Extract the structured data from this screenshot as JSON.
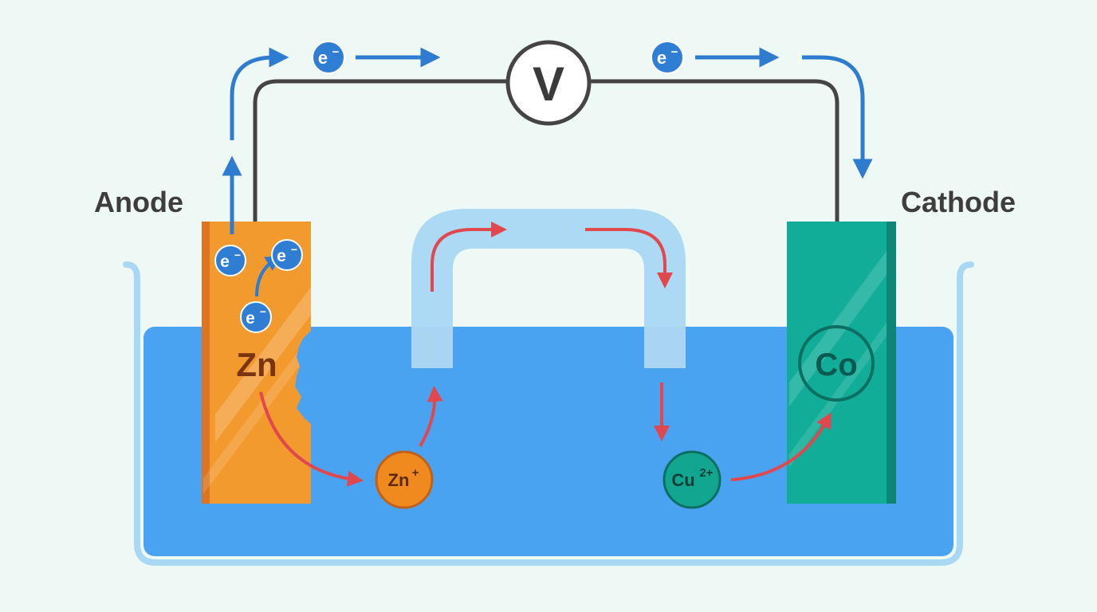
{
  "labels": {
    "anode": "Anode",
    "cathode": "Cathode",
    "voltmeter": "V",
    "electron": "e",
    "electron_charge": "−"
  },
  "anode_electrode": {
    "symbol": "Zn",
    "color": "#f39a2e"
  },
  "cathode_electrode": {
    "symbol": "Co",
    "color": "#12ad99"
  },
  "ions": {
    "zinc": {
      "symbol": "Zn",
      "charge": "+",
      "color": "#f08a1e"
    },
    "copper": {
      "symbol": "Cu",
      "charge": "2+",
      "color": "#12a58f"
    }
  },
  "colors": {
    "background": "#eef8f5",
    "solution": "#4aa3f0",
    "beaker": "#a9d8f5",
    "salt_bridge": "#a8d6f4",
    "wire": "#444444",
    "electron_arrow": "#2e7cd0",
    "ion_arrow": "#e0484e",
    "electron": "#2f7ed3"
  },
  "icons": [
    "voltmeter-icon",
    "electron-icon",
    "arrow-icon"
  ]
}
